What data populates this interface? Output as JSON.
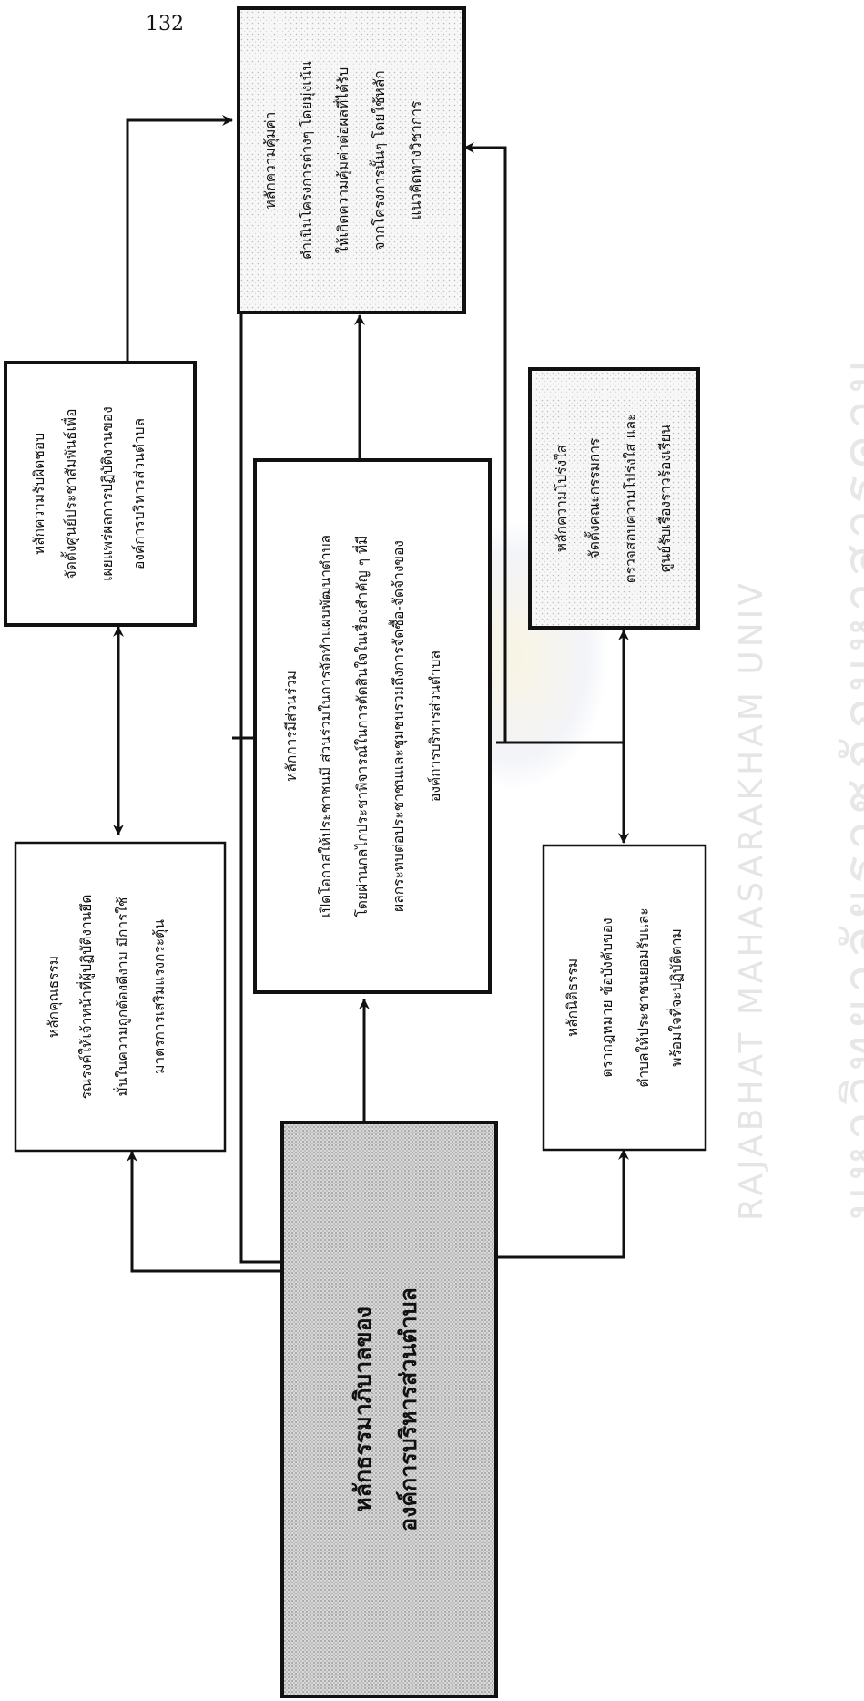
{
  "page": {
    "number": "132"
  },
  "watermark": {
    "thai": "มหาวิทยาลัยราชภัฏมหาสารคาม",
    "english": "RAJABHAT MAHASARAKHAM UNIV",
    "seal": "university-seal-emblem"
  },
  "diagram": {
    "center": {
      "lines": [
        "หลักธรรมาภิบาลของ",
        "องค์การบริหารส่วนตำบล"
      ]
    },
    "boxes": {
      "morality": {
        "title": "หลักคุณธรรม",
        "lines": [
          "รณรงค์ให้เจ้าหน้าที่ผู้ปฏิบัติงานยึด",
          "มั่นในความถูกต้องดีงาม มีการใช้",
          "มาตรการเสริมแรงกระตุ้น"
        ]
      },
      "accountability": {
        "title": "หลักความรับผิดชอบ",
        "lines": [
          "จัดตั้งศูนย์ประชาสัมพันธ์เพื่อ",
          "เผยแพร่ผลการปฏิบัติงานของ",
          "องค์การบริหารส่วนตำบล"
        ]
      },
      "participation": {
        "title": "หลักการมีส่วนร่วม",
        "lines": [
          "เปิดโอกาสให้ประชาชนมี ส่วนร่วมในการจัดทำแผนพัฒนาตำบล",
          "โดยผ่านกลไกประชาพิจารณ์ในการตัดสินใจในเรื่องสำคัญ ๆ ที่มี",
          "ผลกระทบต่อประชาชนและชุมชนรวมถึงการจัดซื้อ-จัดจ้างของ",
          "องค์การบริหารส่วนตำบล"
        ]
      },
      "value": {
        "title": "หลักความคุ้มค่า",
        "lines": [
          "ดำเนินโครงการต่างๆ โดยมุ่งเน้น",
          "ให้เกิดความคุ้มค่าต่อผลที่ได้รับ",
          "จากโครงการนั้นๆ โดยใช้หลัก",
          "แนวคิดทางวิชาการ"
        ]
      },
      "rule_of_law": {
        "title": "หลักนิติธรรม",
        "lines": [
          "ตรากฎหมาย ข้อบังคับของ",
          "ตำบลให้ประชาชนยอมรับและ",
          "พร้อมใจที่จะปฏิบัติตาม"
        ]
      },
      "transparency": {
        "title": "หลักความโปร่งใส",
        "lines": [
          "จัดตั้งคณะกรรมการ",
          "ตรวจสอบความโปร่งใส และ",
          "ศูนย์รับเรื่องราวร้องเรียน"
        ]
      }
    }
  }
}
